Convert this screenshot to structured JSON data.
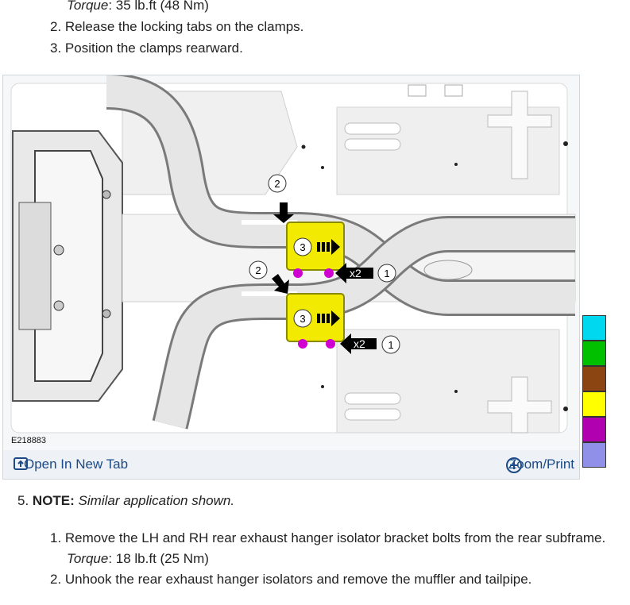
{
  "top_steps": {
    "torque_label": "Torque",
    "torque_value": ": 35 lb.ft (48 Nm)",
    "step2": "2. Release the locking tabs on the clamps.",
    "step3": "3. Position the clamps rearward."
  },
  "figure": {
    "id": "E218883",
    "callouts": {
      "c1": "1",
      "c2": "2",
      "c3": "3",
      "x2": "x2"
    },
    "open_tab_label": "Open In New Tab",
    "zoom_label": "Zoom/Print"
  },
  "swatch_colors": [
    "#00d8f0",
    "#00c000",
    "#8b4513",
    "#ffff00",
    "#b000b0",
    "#9090e8"
  ],
  "step5": {
    "number": "5.",
    "note_label": "NOTE:",
    "note_text": "Similar application shown.",
    "sub1": "1. Remove the LH and RH rear exhaust hanger isolator bracket bolts from the rear subframe.",
    "torque_label": "Torque",
    "torque_value": ": 18 lb.ft (25 Nm)",
    "sub2": "2. Unhook the rear exhaust hanger isolators and remove the muffler and tailpipe."
  }
}
